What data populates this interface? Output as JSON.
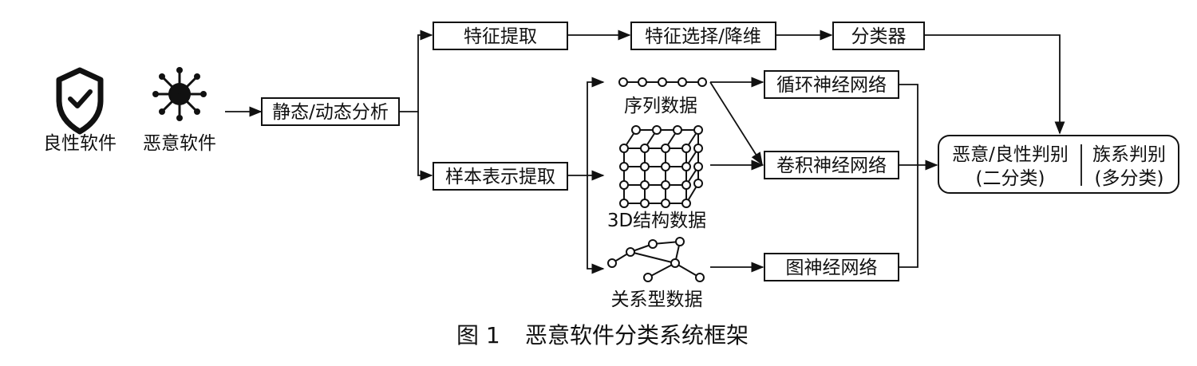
{
  "icons": {
    "benign": {
      "name": "shield-check-icon",
      "label": "良性软件"
    },
    "malware": {
      "name": "virus-icon",
      "label": "恶意软件"
    }
  },
  "steps": {
    "analysis": "静态/动态分析",
    "feature_extract": "特征提取",
    "feature_select": "特征选择/降维",
    "classifier": "分类器",
    "sample_repr": "样本表示提取"
  },
  "data_types": {
    "sequence": "序列数据",
    "structure_3d": "3D结构数据",
    "relational": "关系型数据"
  },
  "networks": {
    "rnn": "循环神经网络",
    "cnn": "卷积神经网络",
    "gnn": "图神经网络"
  },
  "output": {
    "binary_line1": "恶意/良性判别",
    "binary_line2": "(二分类)",
    "family_line1": "族系判别",
    "family_line2": "(多分类)"
  },
  "caption": {
    "number": "图 1",
    "title": "恶意软件分类系统框架"
  },
  "colors": {
    "stroke": "#111111",
    "background": "#ffffff"
  }
}
